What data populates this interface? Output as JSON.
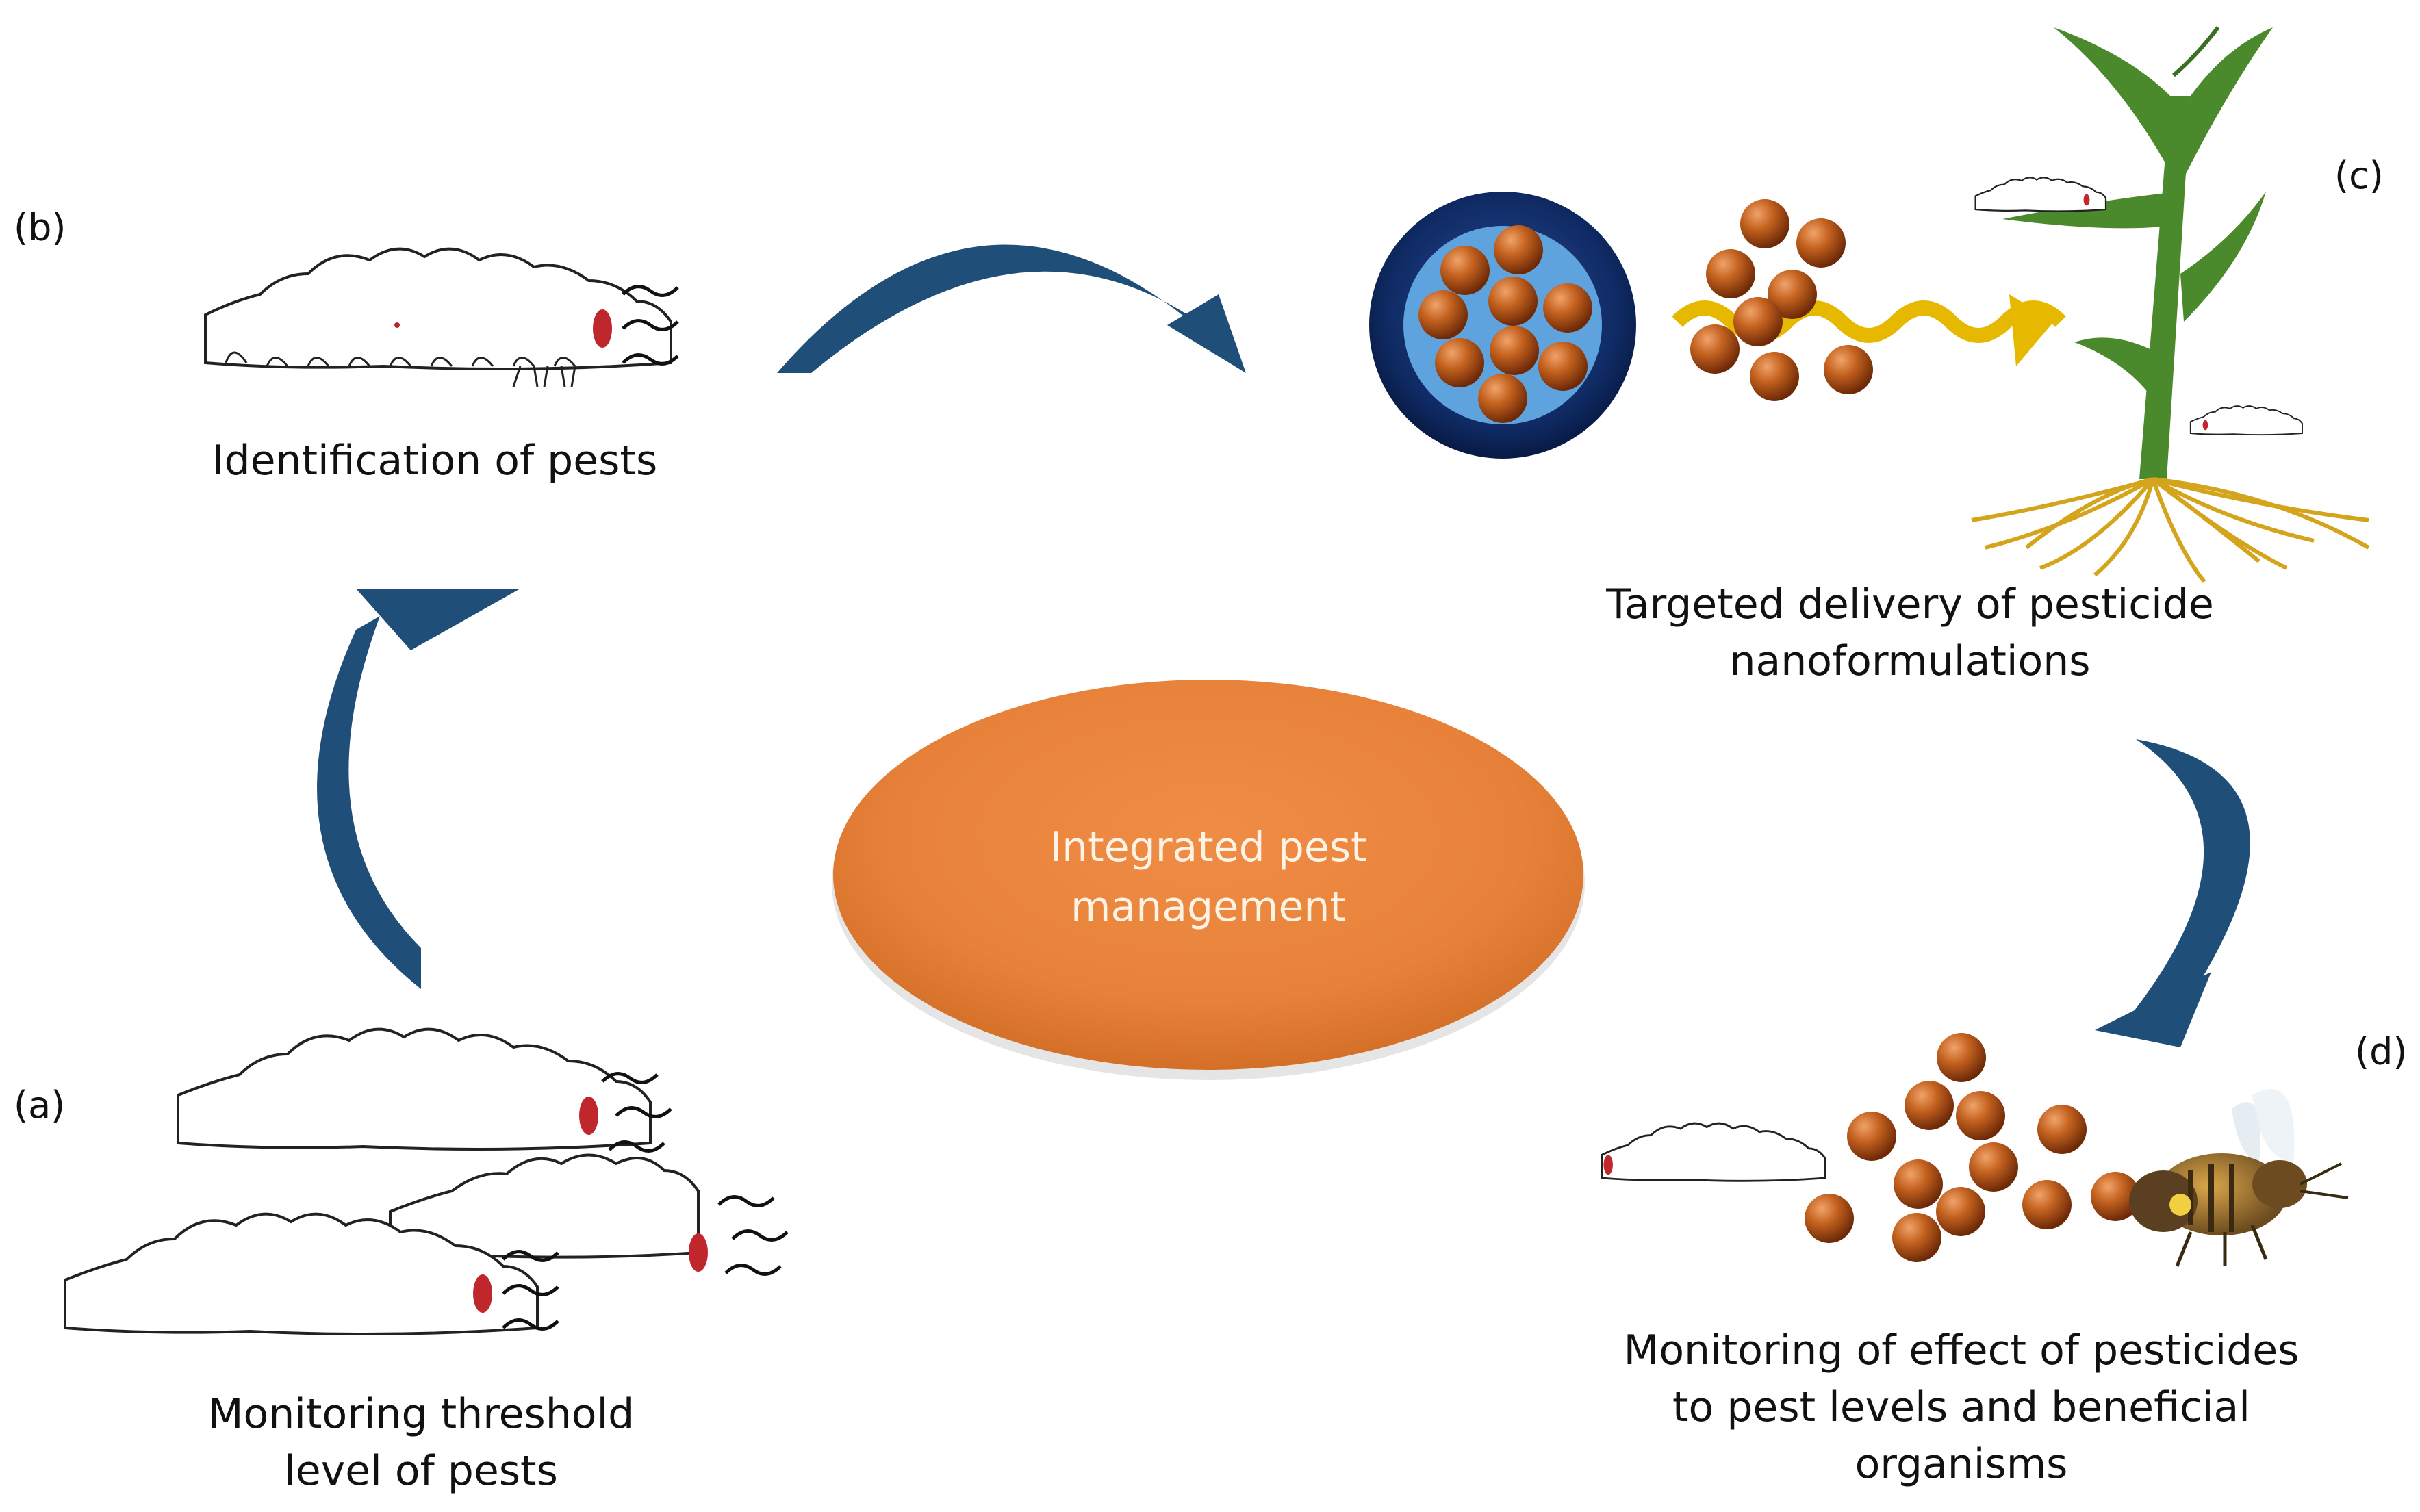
{
  "panels": {
    "a": "(a)",
    "b": "(b)",
    "c": "(c)",
    "d": "(d)"
  },
  "captions": {
    "a": [
      "Monitoring threshold",
      "level of pests"
    ],
    "b": [
      "Identification of pests"
    ],
    "c": [
      "Targeted delivery of pesticide",
      "nanoformulations"
    ],
    "d": [
      "Monitoring of effect of pesticides",
      "to pest levels and beneficial",
      "organisms"
    ]
  },
  "center": [
    "Integrated pest",
    "management"
  ],
  "icons": [
    "caterpillar-icon",
    "nanoparticle-capsule-icon",
    "nanoparticle-icon",
    "plant-icon",
    "roots-icon",
    "bee-icon",
    "cycle-arrow-icon"
  ],
  "colors": {
    "arrow": "#1f4e79",
    "ellipse": "#e8823a",
    "nanoparticle": "#b4501a",
    "capsule_outer": "#0f2a63",
    "capsule_inner": "#5fa3de",
    "plant": "#4a8a2c",
    "roots": "#d4a51c",
    "delivery_arrow": "#e6b800",
    "pest_head": "#c0272d"
  }
}
